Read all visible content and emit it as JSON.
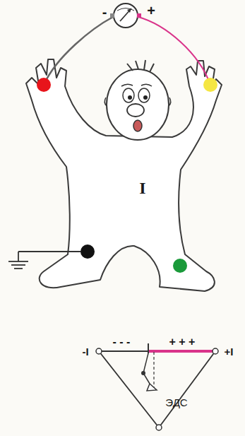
{
  "diagram": {
    "labels": [
      "-",
      "+",
      "I",
      "-I",
      "- - -",
      "+ + +",
      "+I",
      "ЭДС"
    ]
  }
}
